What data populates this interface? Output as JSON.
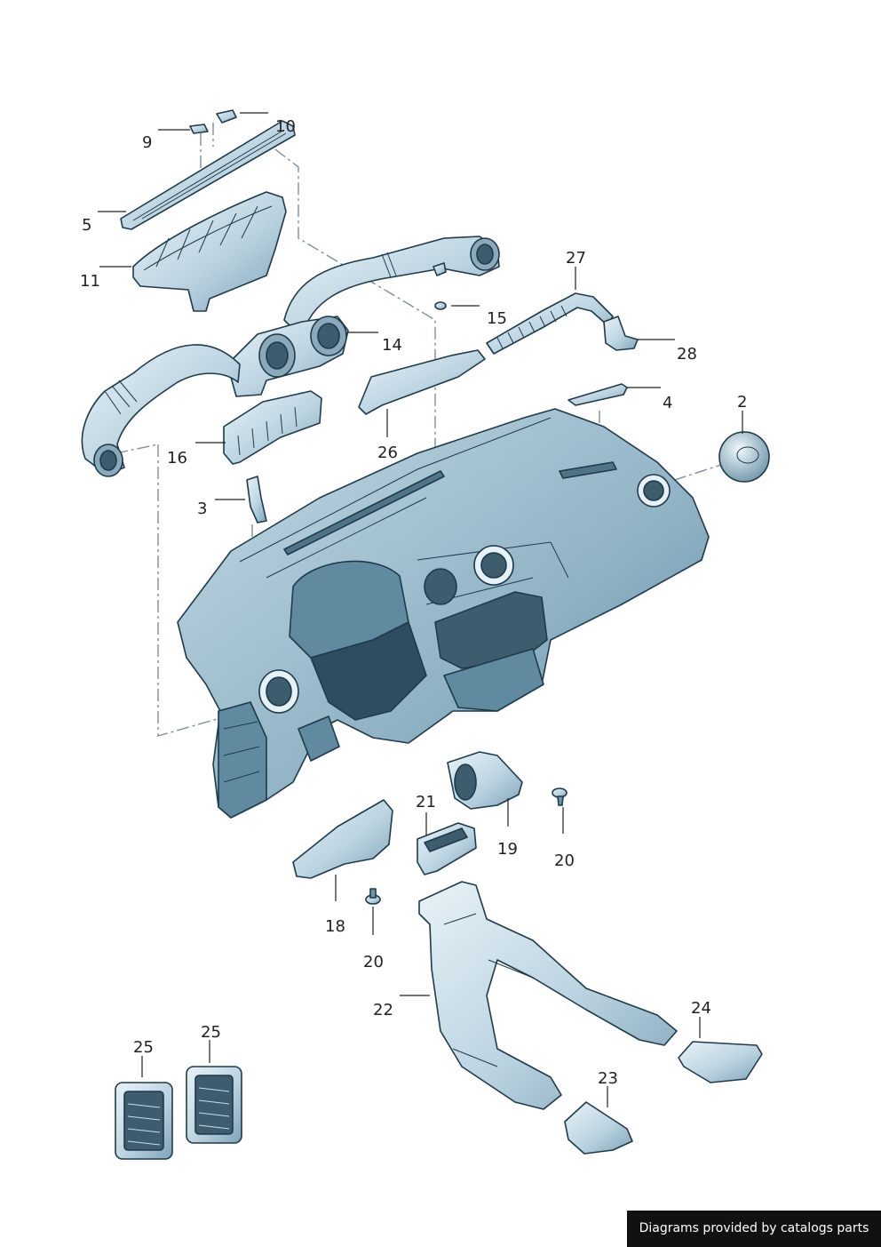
{
  "callouts": [
    {
      "id": "c9",
      "label": "9"
    },
    {
      "id": "c10",
      "label": "10"
    },
    {
      "id": "c5",
      "label": "5"
    },
    {
      "id": "c11",
      "label": "11"
    },
    {
      "id": "c27",
      "label": "27"
    },
    {
      "id": "c15",
      "label": "15"
    },
    {
      "id": "c14",
      "label": "14"
    },
    {
      "id": "c28",
      "label": "28"
    },
    {
      "id": "c4",
      "label": "4"
    },
    {
      "id": "c2",
      "label": "2"
    },
    {
      "id": "c16",
      "label": "16"
    },
    {
      "id": "c26",
      "label": "26"
    },
    {
      "id": "c3",
      "label": "3"
    },
    {
      "id": "c21",
      "label": "21"
    },
    {
      "id": "c19",
      "label": "19"
    },
    {
      "id": "c20a",
      "label": "20"
    },
    {
      "id": "c18",
      "label": "18"
    },
    {
      "id": "c20b",
      "label": "20"
    },
    {
      "id": "c22",
      "label": "22"
    },
    {
      "id": "c24",
      "label": "24"
    },
    {
      "id": "c25a",
      "label": "25"
    },
    {
      "id": "c25b",
      "label": "25"
    },
    {
      "id": "c23",
      "label": "23"
    }
  ],
  "credit": "Diagrams provided by catalogs parts",
  "colors": {
    "part_fill": "#c9dde8",
    "part_light": "#e6f1f6",
    "part_dark": "#8fb0c2",
    "outline": "#1f3a4a"
  }
}
